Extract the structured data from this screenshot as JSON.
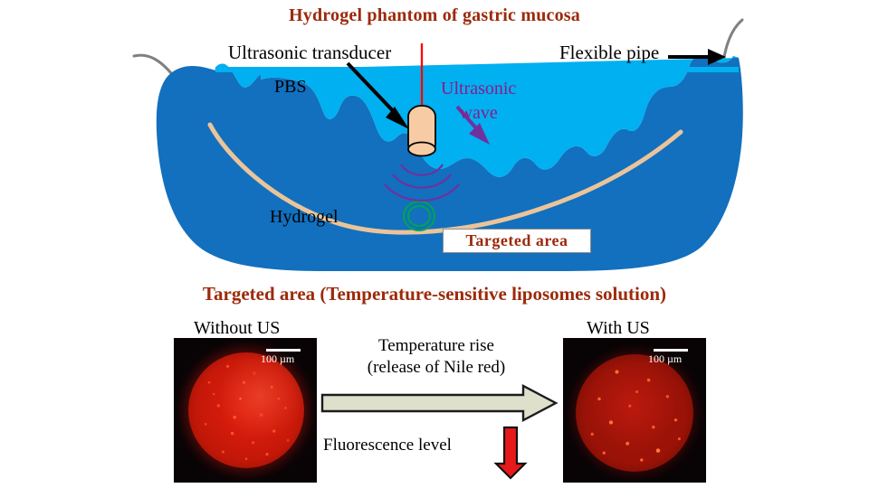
{
  "figure": {
    "top_title": "Hydrogel phantom of gastric mucosa",
    "bottom_title": "Targeted area (Temperature-sensitive liposomes solution)"
  },
  "diagram": {
    "labels": {
      "transducer": "Ultrasonic transducer",
      "flexible_pipe": "Flexible pipe",
      "pbs": "PBS",
      "hydrogel": "Hydrogel",
      "ultrasonic_wave_line1": "Ultrasonic",
      "ultrasonic_wave_line2": "wave",
      "targeted_area": "Targeted area"
    },
    "colors": {
      "hydrogel": "#1270BE",
      "pbs": "#00B0F0",
      "transducer_body": "#F7CBA4",
      "transducer_cable": "#FF0000",
      "pipe_outer": "#808080",
      "pipe_inner": "#EBC49A",
      "wave": "#7030A0",
      "target_ring": "#00A550",
      "title": "#9C2A0A"
    }
  },
  "panels": {
    "left": {
      "caption": "Without US",
      "scale_label": "100 µm"
    },
    "right": {
      "caption": "With US",
      "scale_label": "100 µm"
    },
    "middle": {
      "arrow_text_line1": "Temperature rise",
      "arrow_text_line2": "(release of Nile red)",
      "fluorescence_text": "Fluorescence level",
      "horizontal_arrow_color": "#DEE0CC",
      "down_arrow_color": "#E8191A"
    }
  }
}
